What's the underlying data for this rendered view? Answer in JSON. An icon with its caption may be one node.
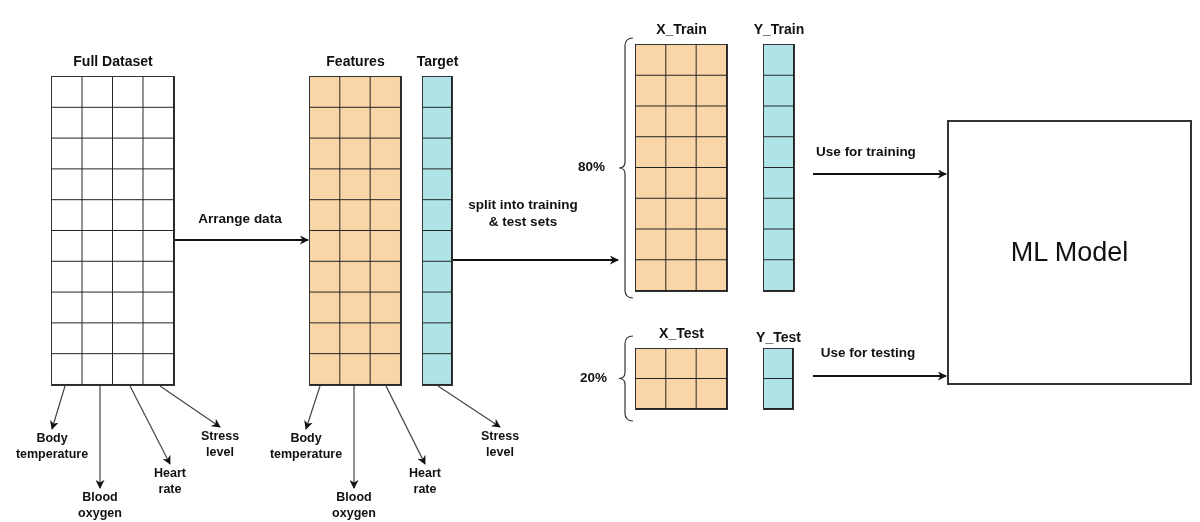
{
  "diagram": {
    "nodes": [
      {
        "text": [
          "Full Dataset"
        ]
      },
      {
        "text": [
          "Features"
        ]
      },
      {
        "text": [
          "Target"
        ]
      },
      {
        "text": [
          "X_Train"
        ]
      },
      {
        "text": [
          "Y_Train"
        ]
      },
      {
        "text": [
          "X_Test"
        ]
      },
      {
        "text": [
          "Y_Test"
        ]
      },
      {
        "text": [
          "ML Model"
        ]
      },
      {
        "text": [
          "Body temperature"
        ]
      },
      {
        "text": [
          "Blood oxygen"
        ]
      },
      {
        "text": [
          "Heart rate"
        ]
      },
      {
        "text": [
          "Stress level"
        ]
      },
      {
        "text": [
          "Body temperature"
        ]
      },
      {
        "text": [
          "Blood oxygen"
        ]
      },
      {
        "text": [
          "Heart rate"
        ]
      },
      {
        "text": [
          "Stress level"
        ]
      }
    ],
    "edges": [
      {
        "from": 0,
        "to": 1,
        "arrow": "to",
        "label": "Arrange data"
      },
      {
        "from": 2,
        "to": 3,
        "arrow": "to",
        "label": "split into training & test sets"
      },
      {
        "from": 4,
        "to": 7,
        "arrow": "to",
        "label": "Use for training"
      },
      {
        "from": 6,
        "to": 7,
        "arrow": "to",
        "label": "Use for testing"
      },
      {
        "from": 0,
        "to": 8,
        "arrow": "to"
      },
      {
        "from": 0,
        "to": 9,
        "arrow": "to"
      },
      {
        "from": 0,
        "to": 10,
        "arrow": "to"
      },
      {
        "from": 0,
        "to": 11,
        "arrow": "to"
      },
      {
        "from": 1,
        "to": 12,
        "arrow": "to"
      },
      {
        "from": 1,
        "to": 13,
        "arrow": "to"
      },
      {
        "from": 1,
        "to": 14,
        "arrow": "to"
      },
      {
        "from": 2,
        "to": 15,
        "arrow": "to"
      }
    ],
    "labels": [
      "80%",
      "20%"
    ]
  }
}
